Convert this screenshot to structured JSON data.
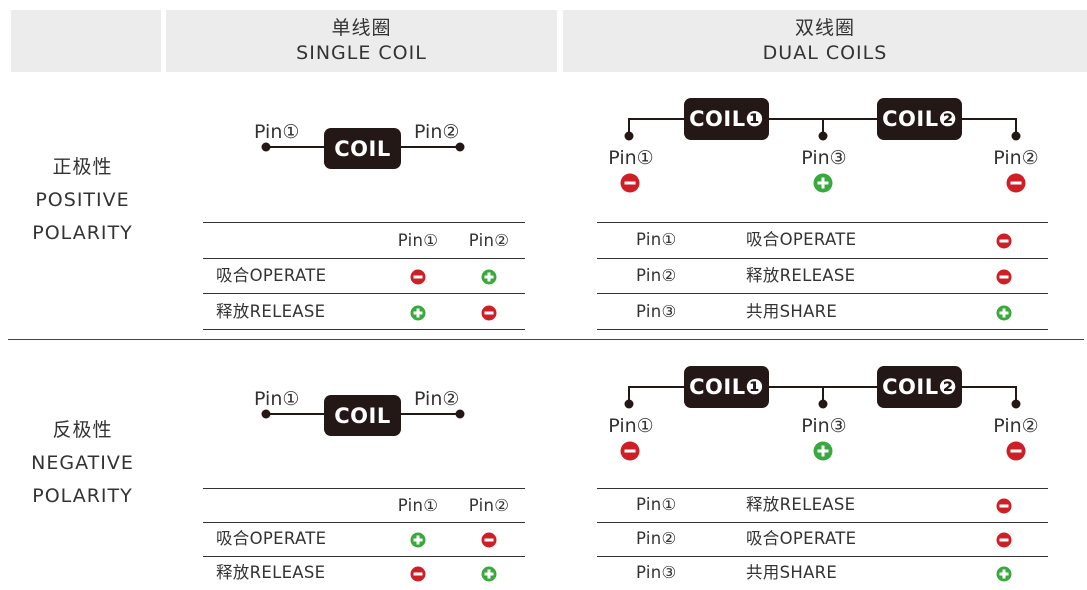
{
  "header": {
    "single_cn": "单线圈",
    "single_en": "SINGLE COIL",
    "dual_cn": "双线圈",
    "dual_en": "DUAL COILS"
  },
  "rows": {
    "positive": {
      "cn": "正极性",
      "en1": "POSITIVE",
      "en2": "POLARITY"
    },
    "negative": {
      "cn": "反极性",
      "en1": "NEGATIVE",
      "en2": "POLARITY"
    }
  },
  "diagram": {
    "coil": "COIL",
    "coil1": "COIL❶",
    "coil2": "COIL❷",
    "pin1": "Pin①",
    "pin2": "Pin②",
    "pin3": "Pin③"
  },
  "labels": {
    "operate": "吸合OPERATE",
    "release": "释放RELEASE",
    "share": "共用SHARE"
  },
  "symbols": {
    "minus_color": "#cf1f26",
    "plus_color": "#3aa93d",
    "coil_color": "#231815",
    "header_bg": "#ececec"
  }
}
